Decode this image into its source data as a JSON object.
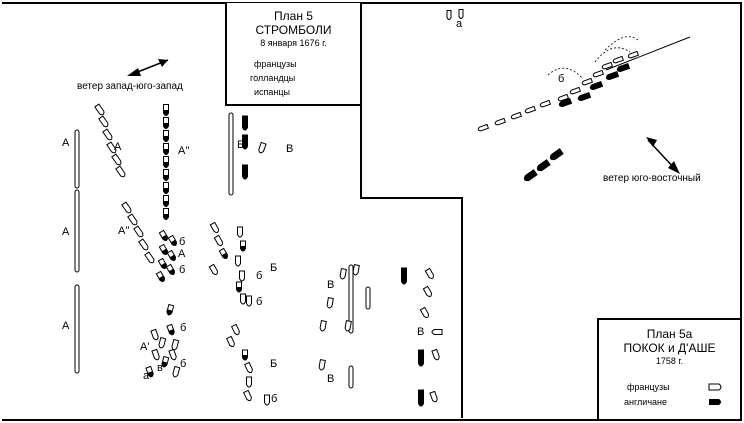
{
  "plan5": {
    "title": "План 5",
    "name": "СТРОМБОЛИ",
    "date": "8 января 1676 г.",
    "legend": [
      {
        "label": "французы",
        "style": "white"
      },
      {
        "label": "голландцы",
        "style": "half"
      },
      {
        "label": "испанцы",
        "style": "black"
      }
    ]
  },
  "plan5a": {
    "title": "План 5а",
    "name": "ПОКОК и Д'АШЕ",
    "date": "1758 г.",
    "legend": [
      {
        "label": "французы",
        "style": "white"
      },
      {
        "label": "англичане",
        "style": "black"
      }
    ]
  },
  "wind_left": "ветер запад-юго-запад",
  "wind_right": "ветер юго-восточный",
  "labels": {
    "A1": "А",
    "A2": "А",
    "A3": "А",
    "A4": "А",
    "A5": "А",
    "A_dd1": "А''",
    "A_dd2": "А''",
    "A_p": "А'",
    "B1": "Б",
    "B2": "Б",
    "B3": "Б",
    "V1": "В",
    "V2": "В",
    "V3": "В",
    "V4": "В",
    "b1": "б",
    "b2": "б",
    "b3": "б",
    "b4": "б",
    "b5": "б",
    "b6": "б",
    "b7": "б",
    "b8": "б",
    "a1": "а",
    "a2": "а",
    "v1": "в"
  },
  "colors": {
    "ink": "#000000",
    "paper": "#ffffff"
  }
}
